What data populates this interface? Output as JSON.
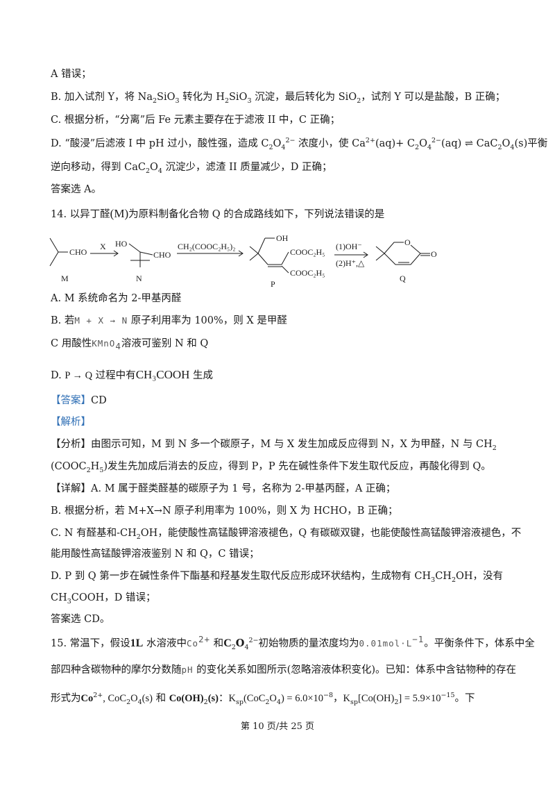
{
  "lines": {
    "l1": "A 错误；",
    "l2_a": "B. 加入试剂 Y，将 Na",
    "l2_b": "SiO",
    "l2_c": " 转化为 H",
    "l2_d": "SiO",
    "l2_e": " 沉淀，最后转化为 SiO",
    "l2_f": "，试剂 Y 可以是盐酸，B 正确；",
    "l3": "C. 根据分析，“分离”后 Fe 元素主要存在于滤液 II 中，C 正确；",
    "l4_a": "D. “酸浸”后滤液 I 中 pH 过小，酸性强，造成 C",
    "l4_b": " 浓度小，使 Ca",
    "l4_c": "(aq)+ C",
    "l4_d": "(aq) ⇌  CaC",
    "l4_e": "O",
    "l4_f": "(s)平衡",
    "l5_a": "逆向移动，得到 CaC",
    "l5_b": "O",
    "l5_c": " 沉淀少，滤渣 II 质量减少，D 正确；",
    "l6": "答案选 A。",
    "q14": "14. 以异丁醛",
    "q14_m": "(M)",
    "q14_b": "为原料制备化合物 Q 的合成路线如下，下列说法错误的是",
    "optA": "A. M 系统命名为 2-甲基丙醛",
    "optB_a": "B. 若",
    "optB_m": "M + X → N",
    "optB_b": " 原子利用率为 100%，则 X 是甲醛",
    "optC_a": "C  用酸性",
    "optC_m": "KMnO",
    "optC_b": "溶液可鉴别 N 和 Q",
    "optD_a": "D. ",
    "optD_m": "P → Q",
    "optD_b": " 过程中有",
    "optD_c": "CH₃COOH",
    "optD_d": " 生成",
    "ans_tag": "【答案】",
    "ans": "CD",
    "jx_tag": "【解析】",
    "fx_tag": "【分析】",
    "fx_a": "由图示可知，M 到 N 多一个碳原子，M 与 X 发生加成反应得到 N，X 为甲醛，N 与 CH",
    "fx_b": "(COOC",
    "fx_c": "H",
    "fx_d": ")发生先加成后消去的反应，得到 P，P 先在碱性条件下发生取代反应，再酸化得到 Q。",
    "xq_tag": "【详解】",
    "xq_a": "A. M 属于醛类醛基的碳原子为 1 号，名称为 2-甲基丙醛，A 正确；",
    "xq_b": "B. 根据分析，若 M+X→N 原子利用率为 100%，则 X 为 HCHO，B 正确；",
    "xq_c1": "C. N 有醛基和-CH",
    "xq_c2": "OH，能使酸性高锰酸钾溶液褪色，Q 有碳碳双键，也能使酸性高锰酸钾溶液褪色，不",
    "xq_c3": "能用酸性高锰酸钾溶液鉴别 N 和 Q，C 错误；",
    "xq_d1": "D. P 到 Q 第一步在碱性条件下酯基和羟基发生取代反应形成环状结构，生成物有 CH",
    "xq_d2": "CH",
    "xq_d3": "OH，没有",
    "xq_d4": "CH",
    "xq_d5": "COOH，D 错误；",
    "ans2": "答案选 CD。",
    "q15_a": "15. 常温下，假设",
    "q15_b": "1L",
    "q15_c": " 水溶液中",
    "q15_d": "Co",
    "q15_e": " 和",
    "q15_f": "C",
    "q15_g": "初始物质的量浓度均为",
    "q15_h": "0.01mol·L",
    "q15_i": "。平衡条件下，体系中全",
    "q15_2a": "部四种含碳物种的摩尔分数随",
    "q15_2b": "pH",
    "q15_2c": " 的变化关系如图所示(忽略溶液体积变化)。已知：体系中含钴物种的存在",
    "q15_3a": "形式为",
    "q15_3b": "Co",
    "q15_3c": ", CoC",
    "q15_3d": "O",
    "q15_3e": "(s)",
    "q15_3f": " 和 ",
    "q15_3g": "Co(OH)",
    "q15_3h": "(s)",
    "q15_3i": "：K",
    "q15_3j": "sp",
    "q15_3k": "(CoC",
    "q15_3l": "O",
    "q15_3m": ") = 6.0×10",
    "q15_3n": "，K",
    "q15_3o": "sp",
    "q15_3p": "[Co(OH)",
    "q15_3q": "] = 5.9×10",
    "q15_3r": "。下",
    "page": "第 10 页/共 25 页"
  },
  "scheme": {
    "m_cho": "CHO",
    "arrow1": "X",
    "n_ho": "HO",
    "n_cho": "CHO",
    "reagent2": "CH₂(COOC₂H₅)₂",
    "p_oh": "OH",
    "p_ester1": "COOC₂H₅",
    "p_ester2": "COOC₂H₅",
    "cond1": "(1)OH⁻",
    "cond2": "(2)H⁺,△",
    "q_o": "O",
    "q_o2": "O",
    "lbl_m": "M",
    "lbl_n": "N",
    "lbl_p": "P",
    "lbl_q": "Q"
  }
}
